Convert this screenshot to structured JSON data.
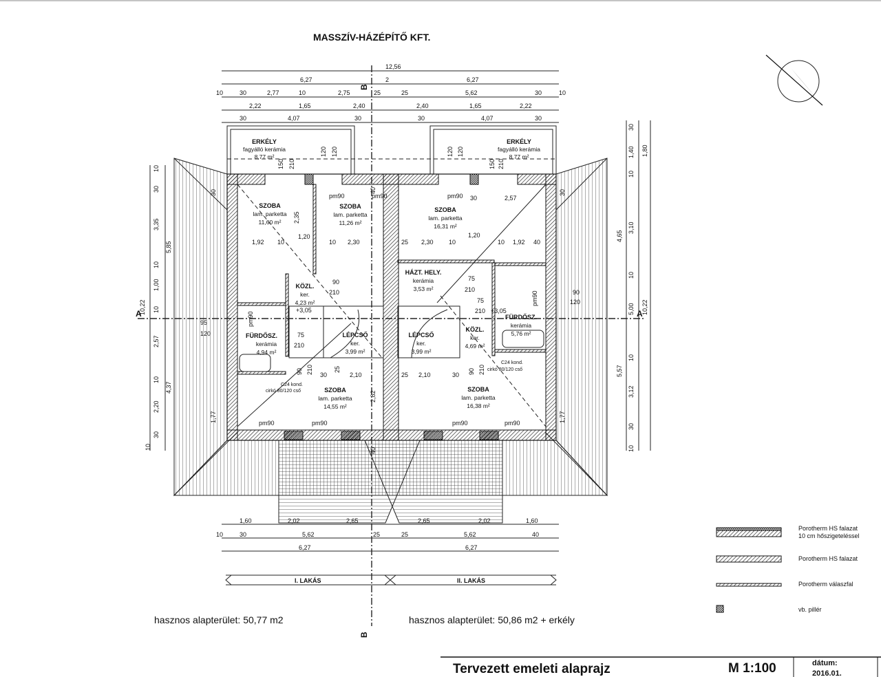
{
  "company": {
    "name": "MASSZÍV-HÁZÉPÍTŐ KFT.",
    "color": "#1e9ad6"
  },
  "dims_top": [
    "12,56",
    "6,27",
    "2",
    "6,27",
    "10",
    "30",
    "2,77",
    "10",
    "2,75",
    "25",
    "25",
    "5,62",
    "30",
    "10",
    "2,22",
    "1,65",
    "2,40",
    "2,40",
    "1,65",
    "2,22",
    "30",
    "4,07",
    "30",
    "30",
    "4,07",
    "30"
  ],
  "dims_left": [
    "10",
    "30",
    "3,35",
    "10",
    "1,00",
    "10",
    "2,57",
    "10",
    "2,20",
    "30",
    "10",
    "5,85",
    "10,22",
    "4,37"
  ],
  "dims_right": [
    "30",
    "1,40",
    "10",
    "3,10",
    "10",
    "5,00",
    "10",
    "3,12",
    "30",
    "10",
    "4,65",
    "5,57",
    "1,80",
    "10,22"
  ],
  "dims_bottom": [
    "1,60",
    "2,02",
    "2,65",
    "2,65",
    "2,02",
    "1,60",
    "10",
    "30",
    "5,62",
    "25",
    "25",
    "5,62",
    "40",
    "6,27",
    "6,27"
  ],
  "dims_inner": [
    "150",
    "210",
    "120",
    "120",
    "120",
    "120",
    "210",
    "150",
    "2,35",
    "1,92",
    "10",
    "1,20",
    "10",
    "2,30",
    "25",
    "2,30",
    "10",
    "1,20",
    "10",
    "1,92",
    "40",
    "2,57",
    "30",
    "90",
    "210",
    "75",
    "210",
    "75",
    "210",
    "75",
    "210",
    "+3,05",
    "+3,05",
    "30",
    "25",
    "2,10",
    "25",
    "2,10",
    "30",
    "2,82",
    "90",
    "210",
    "90",
    "210",
    "pm90",
    "pm90",
    "pm90",
    "pm90",
    "pm90",
    "pm90",
    "pm90",
    "pm90",
    "pm90",
    "90",
    "120",
    "95",
    "120",
    "40",
    "40",
    "30",
    "30",
    "1,77",
    "1,77"
  ],
  "section_marks": {
    "b": "B",
    "a": "A"
  },
  "rooms": [
    {
      "name": "ERKÉLY",
      "floor": "fagyálló kerámia",
      "area": "8,77 m²"
    },
    {
      "name": "ERKÉLY",
      "floor": "fagyálló kerámia",
      "area": "8,77 m²"
    },
    {
      "name": "SZOBA",
      "floor": "lam. parketta",
      "area": "11,60 m²"
    },
    {
      "name": "SZOBA",
      "floor": "lam. parketta",
      "area": "11,26 m²"
    },
    {
      "name": "SZOBA",
      "floor": "lam. parketta",
      "area": "16,31 m²"
    },
    {
      "name": "HÁZT. HELY.",
      "floor": "kerámia",
      "area": "3,53 m²"
    },
    {
      "name": "KÖZL.",
      "floor": "ker.",
      "area": "4,23 m²"
    },
    {
      "name": "FÜRDŐSZ.",
      "floor": "kerámia",
      "area": "4,94 m²"
    },
    {
      "name": "LÉPCSŐ",
      "floor": "ker.",
      "area": "3,99 m²"
    },
    {
      "name": "LÉPCSŐ",
      "floor": "ker.",
      "area": "3,99 m²"
    },
    {
      "name": "KÖZL.",
      "floor": "ker.",
      "area": "4,69 m²"
    },
    {
      "name": "FÜRDŐSZ.",
      "floor": "kerámia",
      "area": "5,76 m²"
    },
    {
      "name": "SZOBA",
      "floor": "lam. parketta",
      "area": "14,55 m²"
    },
    {
      "name": "SZOBA",
      "floor": "lam. parketta",
      "area": "16,38 m²"
    }
  ],
  "boiler_notes": [
    {
      "line1": "C24 kond.",
      "line2": "cirkó 80/120 cső"
    },
    {
      "line1": "C24 kond.",
      "line2": "cirkó 80/120 cső"
    }
  ],
  "units": {
    "unit1": "I. LAKÁS",
    "unit2": "II. LAKÁS"
  },
  "areas": {
    "unit1": "hasznos alapterület: 50,77 m2",
    "unit2": "hasznos alapterület: 50,86 m2 + erkély"
  },
  "legend": [
    {
      "line1": "Porotherm HS falazat",
      "line2": "10 cm hőszigeteléssel"
    },
    {
      "line1": "Porotherm HS falazat"
    },
    {
      "line1": "Porotherm válaszfal"
    },
    {
      "line1": "vb. pillér"
    }
  ],
  "title_block": {
    "title": "Tervezett emeleti alaprajz",
    "scale": "M 1:100",
    "date_label": "dátum:",
    "date": "2016.01."
  }
}
